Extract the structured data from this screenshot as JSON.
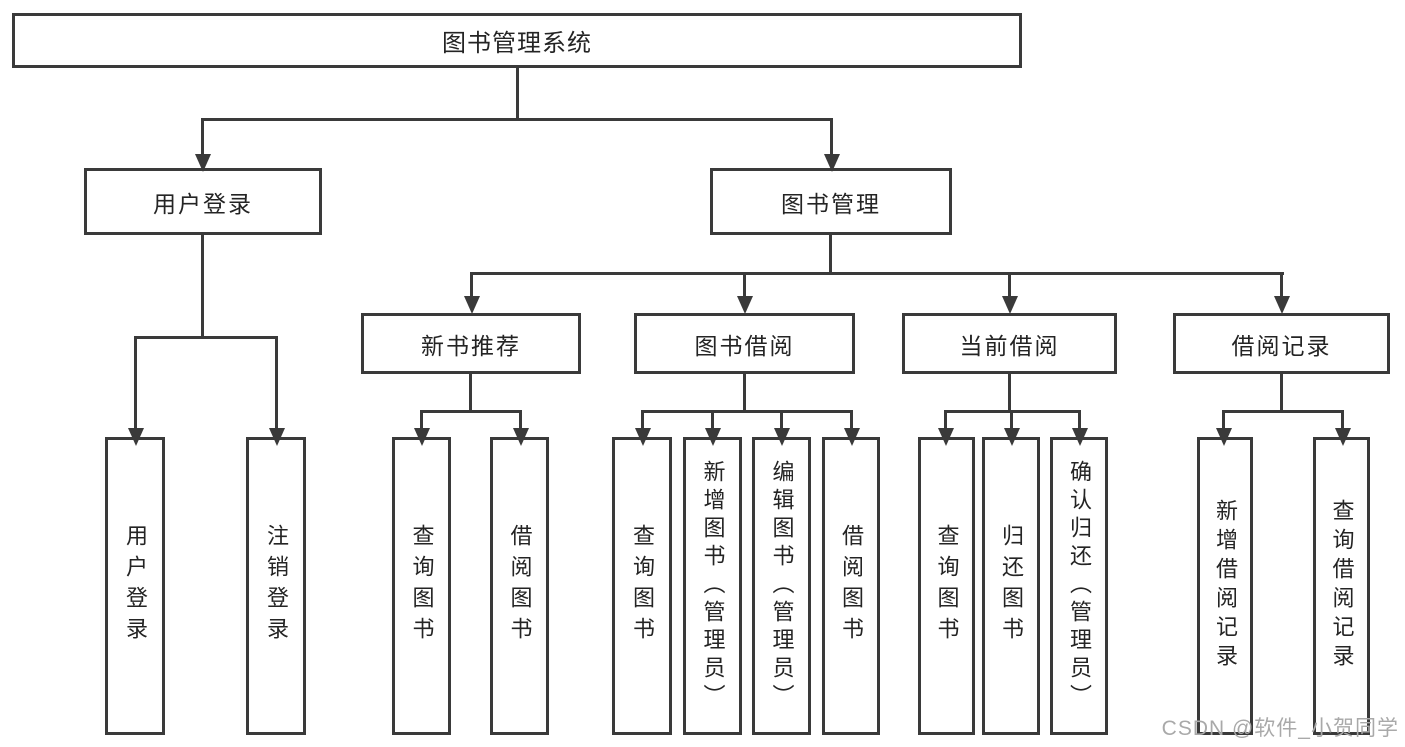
{
  "diagram": {
    "title": "图书管理系统",
    "branches": [
      {
        "label": "用户登录",
        "children": [
          {
            "label": "用户登录"
          },
          {
            "label": "注销登录"
          }
        ]
      },
      {
        "label": "图书管理",
        "children": [
          {
            "label": "新书推荐",
            "children": [
              {
                "label": "查询图书"
              },
              {
                "label": "借阅图书"
              }
            ]
          },
          {
            "label": "图书借阅",
            "children": [
              {
                "label": "查询图书"
              },
              {
                "label": "新增图书（管理员）"
              },
              {
                "label": "编辑图书（管理员）"
              },
              {
                "label": "借阅图书"
              }
            ]
          },
          {
            "label": "当前借阅",
            "children": [
              {
                "label": "查询图书"
              },
              {
                "label": "归还图书"
              },
              {
                "label": "确认归还（管理员）"
              }
            ]
          },
          {
            "label": "借阅记录",
            "children": [
              {
                "label": "新增借阅记录"
              },
              {
                "label": "查询借阅记录"
              }
            ]
          }
        ]
      }
    ],
    "watermark": "CSDN @软件_小贺同学",
    "colors": {
      "line": "#3a3a3a",
      "text": "#242424",
      "background": "#ffffff",
      "watermark": "#a9a9a9"
    }
  }
}
